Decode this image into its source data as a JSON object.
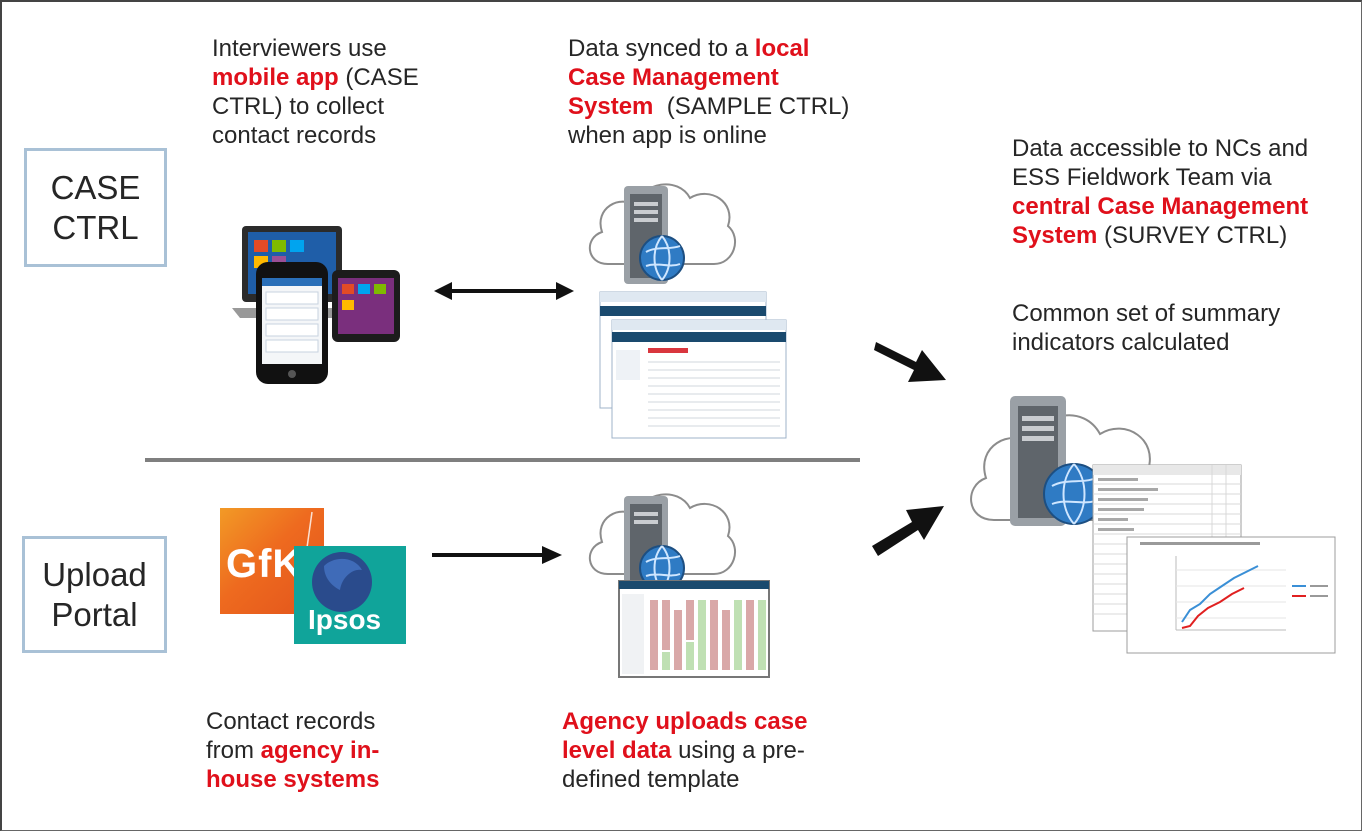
{
  "boxes": {
    "case_ctrl": [
      "CASE",
      "CTRL"
    ],
    "upload_portal": [
      "Upload",
      "Portal"
    ]
  },
  "texts": {
    "interviewers": [
      {
        "t": "Interviewers use",
        "hl": false
      },
      {
        "t": "mobile app",
        "hl": true
      },
      {
        "t": " (CASE",
        "hl": false
      },
      {
        "t": "CTRL) to collect",
        "hl": false
      },
      {
        "t": "contact records",
        "hl": false
      }
    ],
    "synced": [
      {
        "t": "Data synced to a ",
        "hl": false
      },
      {
        "t": "local",
        "hl": true
      },
      {
        "t": "Case Management",
        "hl": true
      },
      {
        "t": "System",
        "hl": true
      },
      {
        "t": "  (SAMPLE CTRL)",
        "hl": false
      },
      {
        "t": "when app is online",
        "hl": false
      }
    ],
    "accessible": [
      {
        "t": "Data accessible to NCs and",
        "hl": false
      },
      {
        "t": "ESS Fieldwork Team via",
        "hl": false
      },
      {
        "t": "central Case Management",
        "hl": true
      },
      {
        "t": "System",
        "hl": true
      },
      {
        "t": " (SURVEY CTRL)",
        "hl": false
      }
    ],
    "common": [
      {
        "t": "Common set of summary",
        "hl": false
      },
      {
        "t": "indicators calculated",
        "hl": false
      }
    ],
    "contact_records": [
      {
        "t": "Contact records",
        "hl": false
      },
      {
        "t": "from ",
        "hl": false
      },
      {
        "t": "agency in-",
        "hl": true
      },
      {
        "t": "house systems",
        "hl": true
      }
    ],
    "agency_uploads": [
      {
        "t": "Agency uploads case",
        "hl": true
      },
      {
        "t": "level data",
        "hl": true
      },
      {
        "t": " using a pre-",
        "hl": false
      },
      {
        "t": "defined template",
        "hl": false
      }
    ]
  },
  "logos": {
    "gfk": "GfK",
    "ipsos": "Ipsos"
  },
  "icons": {
    "devices": "mobile-devices-icon",
    "server": "cloud-server-icon",
    "report": "summary-report-icon"
  },
  "colors": {
    "highlight": "#e0101b",
    "box_border": "#a9c1d6",
    "text": "#262626",
    "arrow": "#111111"
  }
}
